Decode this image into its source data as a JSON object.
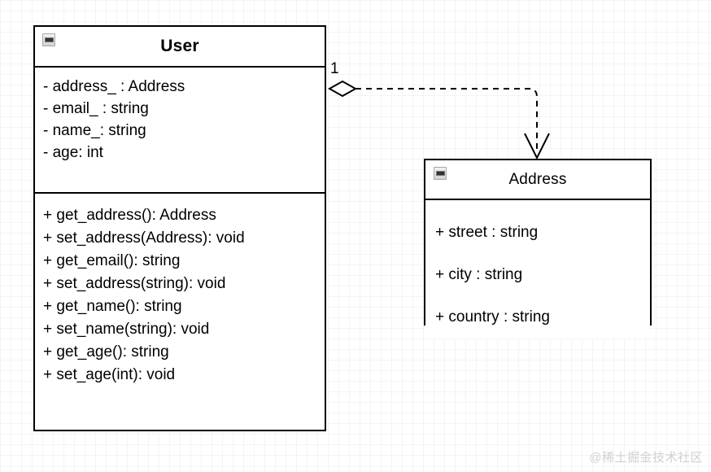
{
  "diagram": {
    "type": "uml-class-diagram",
    "background": {
      "color": "#ffffff",
      "grid_minor_color": "#f4f4f4",
      "grid_major_color": "#d8d8d8",
      "grid_minor_size": 13,
      "grid_major_size": 65
    },
    "classes": [
      {
        "id": "user",
        "name": "User",
        "collapse_icon": "minimize-icon",
        "attributes": [
          "- address_ : Address",
          "- email_ : string",
          "- name_: string",
          "- age: int"
        ],
        "methods": [
          "+ get_address(): Address",
          "+ set_address(Address): void",
          "+ get_email(): string",
          "+ set_address(string): void",
          "+ get_name(): string",
          "+ set_name(string): void",
          "+ get_age(): string",
          "+ set_age(int): void"
        ]
      },
      {
        "id": "address",
        "name": "Address",
        "collapse_icon": "minimize-icon",
        "attributes": [
          "+ street : string",
          "+ city : string",
          "+ country : string"
        ],
        "methods": []
      }
    ],
    "relationship": {
      "kind": "aggregation",
      "source": "User",
      "target": "Address",
      "source_decoration": "hollow-diamond",
      "target_decoration": "open-arrow",
      "line_style": "dashed",
      "source_multiplicity": "1",
      "stroke_color": "#000000"
    },
    "watermark": "@稀土掘金技术社区"
  }
}
